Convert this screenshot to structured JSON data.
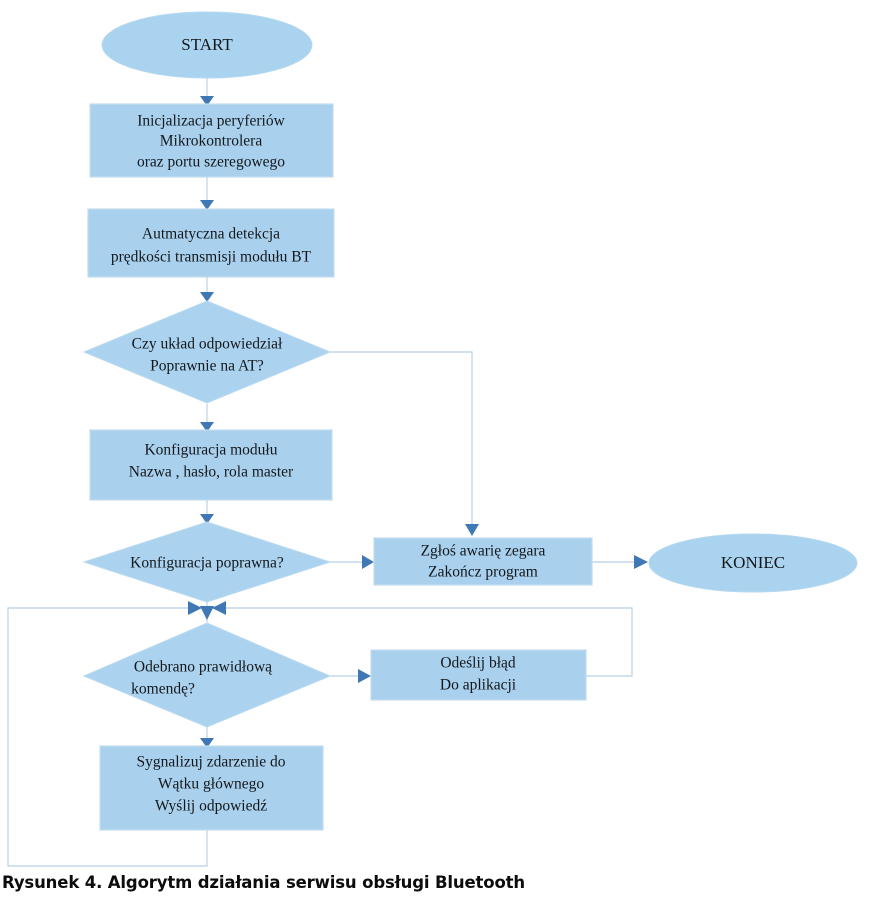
{
  "figure": {
    "caption": "Rysunek 4. Algorytm działania serwisu obsługi Bluetooth",
    "type": "flowchart",
    "language": "pl",
    "colors": {
      "node_fill": "#a9d1ee",
      "ellipse_fill": "#a9d3ef",
      "diamond_fill": "#abd3ef",
      "node_border": "#c3dced",
      "edge_line": "#b7cfe3",
      "arrow_head": "#3f78b5",
      "text": "#14181c",
      "background": "#ffffff"
    }
  },
  "nodes": {
    "start": {
      "shape": "ellipse",
      "label": "START"
    },
    "init": {
      "shape": "process",
      "line1": "Inicjalizacja peryferiów",
      "line2": "Mikrokontrolera",
      "line3": "oraz portu szeregowego"
    },
    "autodetect": {
      "shape": "process",
      "line1": "Autmatyczna detekcja",
      "line2": "prędkości transmisji modułu BT"
    },
    "check_at": {
      "shape": "decision",
      "line1": "Czy układ odpowiedział",
      "line2": "Poprawnie na AT?"
    },
    "configure": {
      "shape": "process",
      "line1": "Konfiguracja modułu",
      "line2": "Nazwa , hasło, rola master"
    },
    "config_ok": {
      "shape": "decision",
      "line1": "Konfiguracja poprawna?"
    },
    "report_failure": {
      "shape": "process",
      "line1": "Zgłoś awarię zegara",
      "line2": "Zakończ program"
    },
    "end": {
      "shape": "ellipse",
      "label": "KONIEC"
    },
    "command_ok": {
      "shape": "decision",
      "line1": "Odebrano prawidłową",
      "line2": "komendę?"
    },
    "send_error": {
      "shape": "process",
      "line1": "Odeślij błąd",
      "line2": "Do aplikacji"
    },
    "signal_event": {
      "shape": "process",
      "line1": "Sygnalizuj zdarzenie do",
      "line2": "Wątku głównego",
      "line3": "Wyślij odpowiedź"
    }
  },
  "edges": [
    {
      "from": "start",
      "to": "init"
    },
    {
      "from": "init",
      "to": "autodetect"
    },
    {
      "from": "autodetect",
      "to": "check_at"
    },
    {
      "from": "check_at",
      "to": "configure"
    },
    {
      "from": "check_at",
      "to": "report_failure"
    },
    {
      "from": "configure",
      "to": "config_ok"
    },
    {
      "from": "config_ok",
      "to": "report_failure"
    },
    {
      "from": "config_ok",
      "to": "command_ok"
    },
    {
      "from": "report_failure",
      "to": "end"
    },
    {
      "from": "command_ok",
      "to": "send_error"
    },
    {
      "from": "command_ok",
      "to": "signal_event"
    },
    {
      "from": "send_error",
      "to": "command_ok"
    },
    {
      "from": "signal_event",
      "to": "command_ok"
    }
  ]
}
